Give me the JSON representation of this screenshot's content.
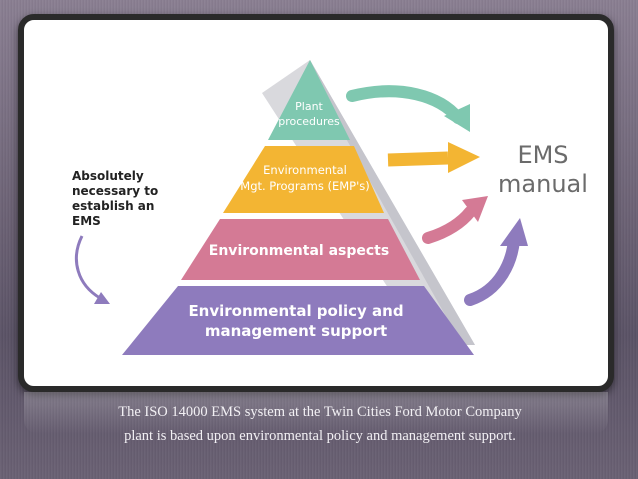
{
  "diagram": {
    "tiers": [
      {
        "lines": [
          "Plant",
          "procedures"
        ],
        "color": "#7fc8b0"
      },
      {
        "lines": [
          "Environmental",
          "Mgt. Programs (EMP's)"
        ],
        "color": "#f3b533"
      },
      {
        "lines": [
          "Environmental aspects"
        ],
        "color": "#d47a95"
      },
      {
        "lines": [
          "Environmental policy and",
          "management support"
        ],
        "color": "#8e7bbd"
      }
    ],
    "side_note": [
      "Absolutely",
      "necessary to",
      "establish an",
      "EMS"
    ],
    "ems_manual": [
      "EMS",
      "manual"
    ],
    "arrow_colors": [
      "#7fc8b0",
      "#f3b533",
      "#d47a95",
      "#8e7bbd"
    ]
  },
  "caption": {
    "line1": "The ISO 14000 EMS system at the Twin Cities Ford Motor Company",
    "line2": "plant is based upon environmental policy and management support."
  }
}
